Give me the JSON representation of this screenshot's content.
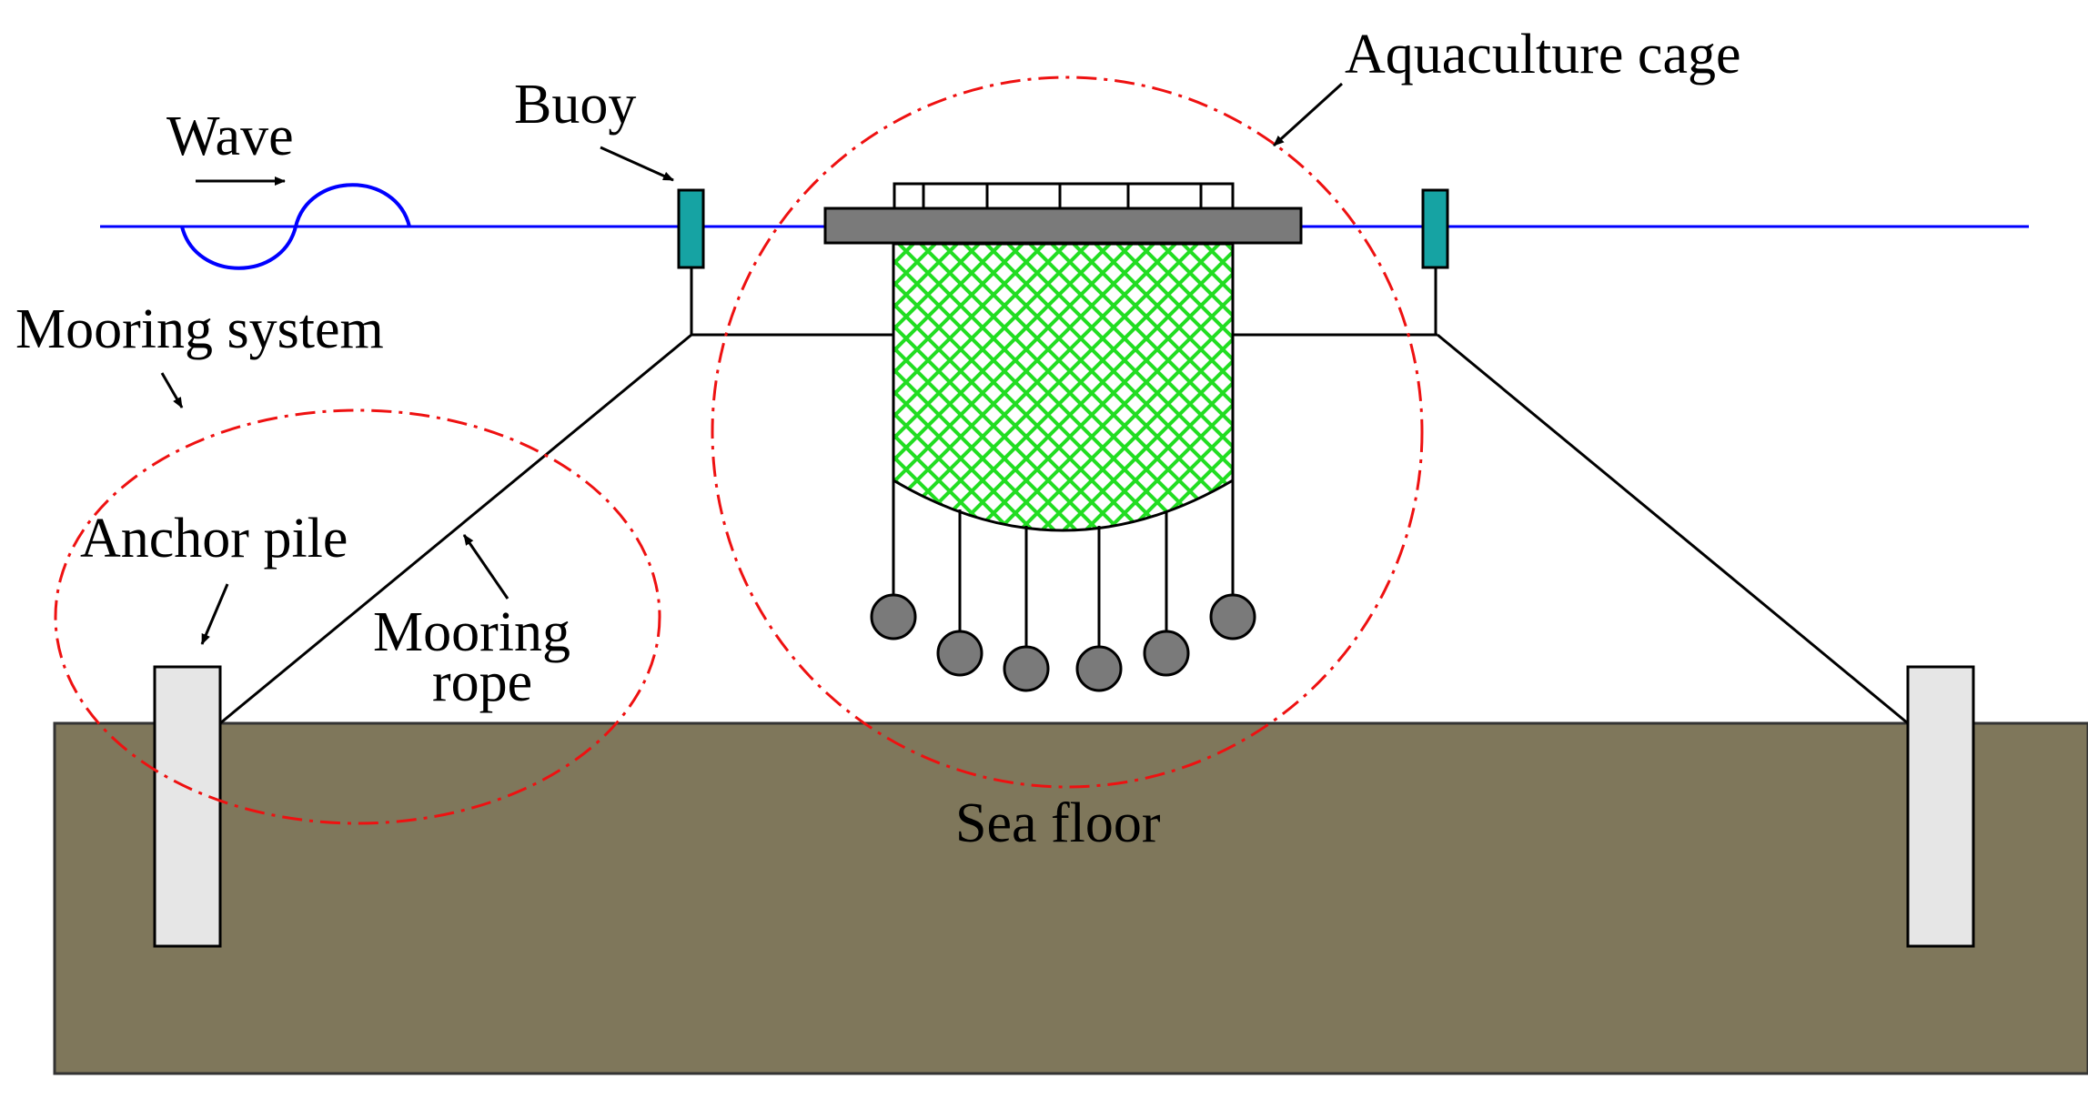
{
  "labels": {
    "wave": "Wave",
    "buoy": "Buoy",
    "aquaculture_cage": "Aquaculture cage",
    "mooring_system": "Mooring system",
    "anchor_pile": "Anchor pile",
    "mooring_rope_line1": "Mooring",
    "mooring_rope_line2": "rope",
    "sea_floor": "Sea floor"
  },
  "colors": {
    "sea_floor": "#7f775b",
    "water_line": "#0000ff",
    "buoy": "#16a3a3",
    "net": "#22dd22",
    "frame": "#7a7a7a",
    "weight": "#7a7a7a",
    "pile": "#e6e6e6",
    "highlight_circle": "#ee1111"
  },
  "icons": {
    "buoy": "buoy-icon",
    "weight": "sinker-weight-icon",
    "pile": "anchor-pile-icon"
  }
}
